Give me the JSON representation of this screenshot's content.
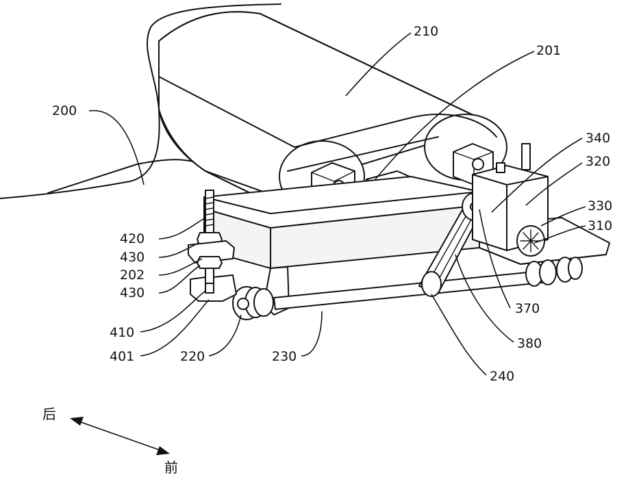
{
  "labels": {
    "l210": "210",
    "l201": "201",
    "l200": "200",
    "l340": "340",
    "l320": "320",
    "l330": "330",
    "l310": "310",
    "l420": "420",
    "l430a": "430",
    "l202": "202",
    "l430b": "430",
    "l410": "410",
    "l401": "401",
    "l220": "220",
    "l230": "230",
    "l370": "370",
    "l380": "380",
    "l240": "240"
  },
  "direction": {
    "back": "后",
    "front": "前"
  }
}
